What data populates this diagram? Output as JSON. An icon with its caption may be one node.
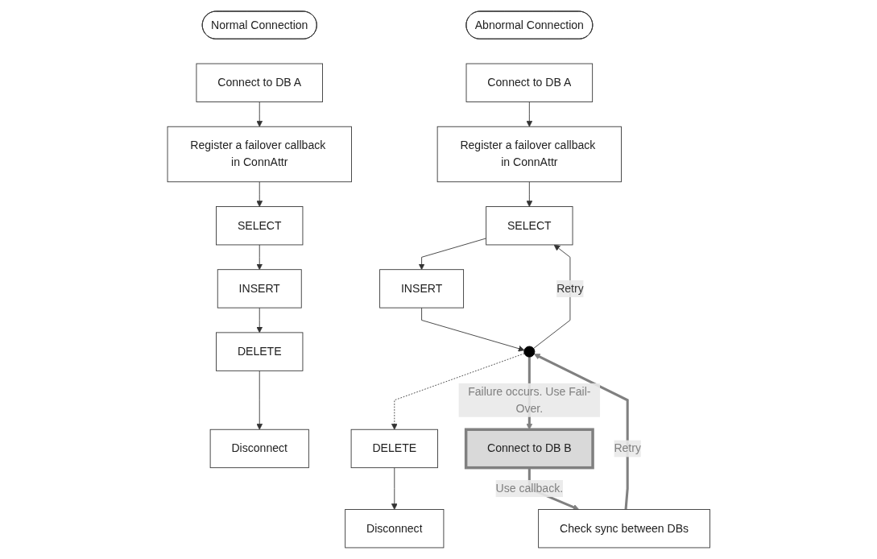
{
  "diagram": {
    "nodes": [
      {
        "text": [
          "Normal Connection"
        ]
      },
      {
        "text": [
          "Connect to DB A"
        ]
      },
      {
        "text": [
          "Register a failover callback in ConnAttr"
        ]
      },
      {
        "text": [
          "SELECT"
        ]
      },
      {
        "text": [
          "INSERT"
        ]
      },
      {
        "text": [
          "DELETE"
        ]
      },
      {
        "text": [
          "Disconnect"
        ]
      },
      {
        "text": [
          "Abnormal Connection"
        ]
      },
      {
        "text": [
          "Connect to DB A"
        ]
      },
      {
        "text": [
          "Register a failover callback in ConnAttr"
        ]
      },
      {
        "text": [
          "SELECT"
        ]
      },
      {
        "text": [
          "INSERT"
        ]
      },
      {
        "text": [
          "DELETE"
        ]
      },
      {
        "text": [
          "Disconnect"
        ]
      },
      {
        "text": [
          "Connect to DB B"
        ]
      },
      {
        "text": [
          "Check sync between DBs"
        ]
      },
      {
        "text": [],
        "shape": "circle"
      }
    ],
    "edges": [
      {
        "from": 1,
        "to": 2,
        "arrow": "to"
      },
      {
        "from": 2,
        "to": 3,
        "arrow": "to"
      },
      {
        "from": 3,
        "to": 4,
        "arrow": "to"
      },
      {
        "from": 4,
        "to": 5,
        "arrow": "to"
      },
      {
        "from": 5,
        "to": 6,
        "arrow": "to"
      },
      {
        "from": 8,
        "to": 9,
        "arrow": "to"
      },
      {
        "from": 9,
        "to": 10,
        "arrow": "to"
      },
      {
        "from": 10,
        "to": 11,
        "arrow": "to"
      },
      {
        "from": 11,
        "to": 16,
        "arrow": "to"
      },
      {
        "from": 16,
        "to": 12,
        "arrow": "to",
        "style": "dashed"
      },
      {
        "from": 12,
        "to": 13,
        "arrow": "to"
      },
      {
        "from": 16,
        "to": 14,
        "arrow": "to",
        "label": "Failure occurs. Use Fail-Over.",
        "style": "thick",
        "color": "#808080"
      },
      {
        "from": 14,
        "to": 15,
        "arrow": "to",
        "label": "Use callback.",
        "style": "thick",
        "color": "#808080"
      },
      {
        "from": 15,
        "to": 16,
        "arrow": "to",
        "label": "Retry",
        "style": "thick",
        "color": "#808080"
      },
      {
        "from": 16,
        "to": 10,
        "arrow": "to",
        "label": "Retry"
      }
    ]
  }
}
